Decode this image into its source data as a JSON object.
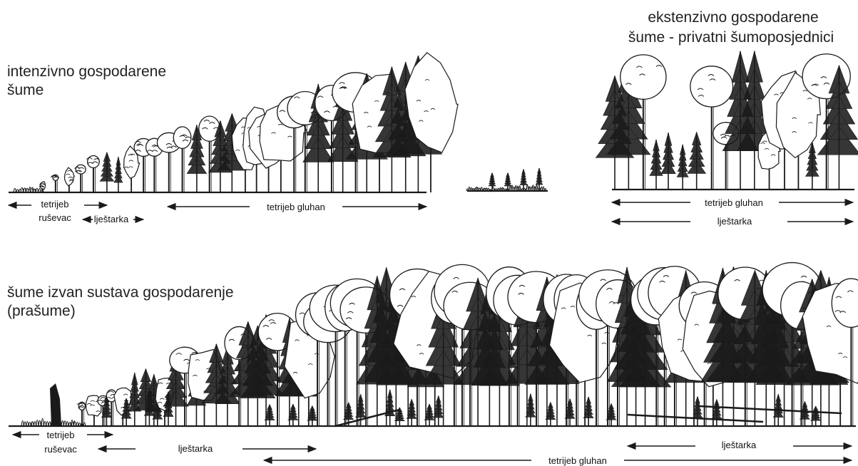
{
  "sections": {
    "intensive": {
      "title_line1": "intenzivno gospodarene",
      "title_line2": "šume",
      "labels": {
        "black_grouse_1": "tetrijeb",
        "black_grouse_2": "ruševac",
        "hazel_grouse": "lještarka",
        "capercaillie": "tetrijeb gluhan"
      }
    },
    "extensive": {
      "title_line1": "ekstenzivno gospodarene",
      "title_line2": "šume - privatni šumoposjednici",
      "labels": {
        "capercaillie": "tetrijeb gluhan",
        "hazel_grouse": "lještarka"
      }
    },
    "primeval": {
      "title_line1": "šume izvan sustava gospodarenje",
      "title_line2": "(prašume)",
      "labels": {
        "black_grouse_1": "tetrijeb",
        "black_grouse_2": "ruševac",
        "hazel_grouse_left": "lještarka",
        "hazel_grouse_right": "lještarka",
        "capercaillie": "tetrijeb gluhan"
      }
    }
  },
  "colors": {
    "ink": "#1a1a1a",
    "background": "#ffffff"
  }
}
